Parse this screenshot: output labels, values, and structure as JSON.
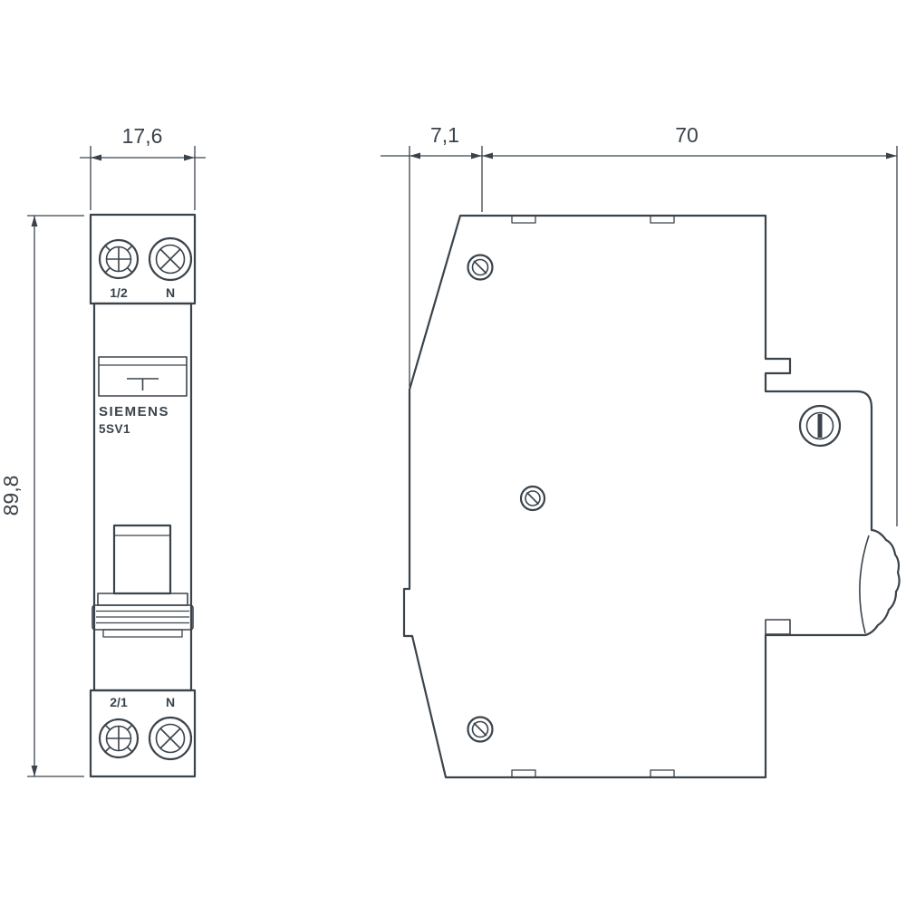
{
  "front_view": {
    "dim_width": "17,6",
    "dim_height": "89,8",
    "terminal_top_left": "1/2",
    "terminal_top_right": "N",
    "brand": "SIEMENS",
    "model": "5SV1",
    "terminal_bottom_left": "2/1",
    "terminal_bottom_right": "N"
  },
  "side_view": {
    "dim_front_depth": "7,1",
    "dim_body_depth": "70"
  },
  "colors": {
    "line": "#3a434b",
    "background": "#ffffff"
  }
}
